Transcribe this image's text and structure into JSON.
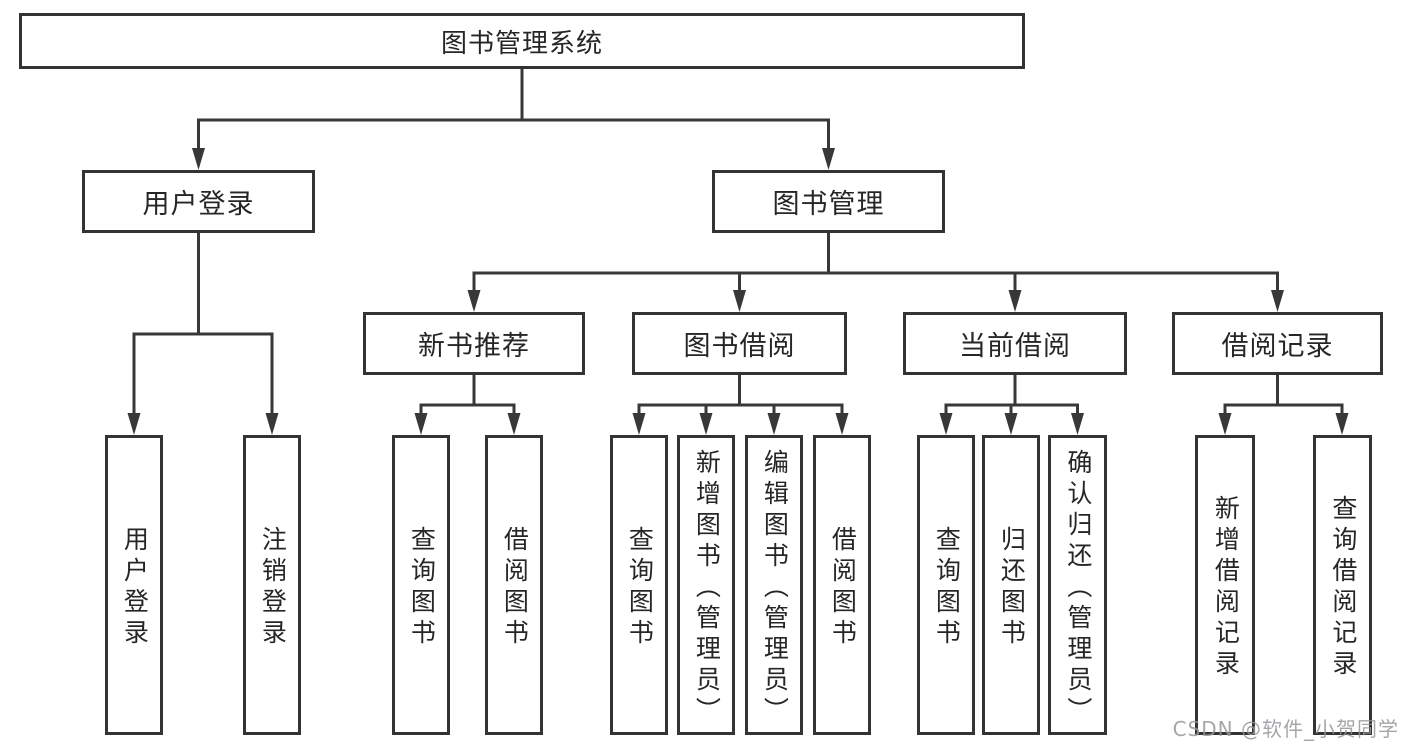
{
  "colors": {
    "line": "#383838",
    "border": "#333333",
    "text": "#262626",
    "watermark_color": "#97979c",
    "background": "#ffffff"
  },
  "tree": {
    "label": "图书管理系统",
    "children": [
      {
        "label": "用户登录",
        "children": [
          {
            "label": "用户登录"
          },
          {
            "label": "注销登录"
          }
        ]
      },
      {
        "label": "图书管理",
        "children": [
          {
            "label": "新书推荐",
            "children": [
              {
                "label": "查询图书"
              },
              {
                "label": "借阅图书"
              }
            ]
          },
          {
            "label": "图书借阅",
            "children": [
              {
                "label": "查询图书"
              },
              {
                "label": "新增图书（管理员）"
              },
              {
                "label": "编辑图书（管理员）"
              },
              {
                "label": "借阅图书"
              }
            ]
          },
          {
            "label": "当前借阅",
            "children": [
              {
                "label": "查询图书"
              },
              {
                "label": "归还图书"
              },
              {
                "label": "确认归还（管理员）"
              }
            ]
          },
          {
            "label": "借阅记录",
            "children": [
              {
                "label": "新增借阅记录"
              },
              {
                "label": "查询借阅记录"
              }
            ]
          }
        ]
      }
    ]
  },
  "watermark": {
    "text": "CSDN @软件_小贺同学"
  }
}
